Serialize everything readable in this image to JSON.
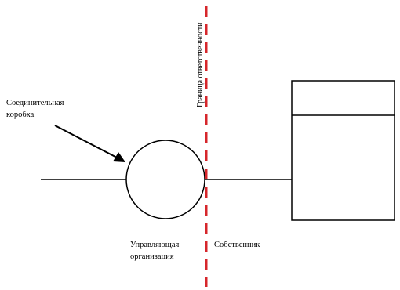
{
  "labels": {
    "junction_box": "Соединительная\nкоробка",
    "left_side": "Управляющая\nорганизация",
    "right_side": "Собственник",
    "boundary": "Граница ответственности"
  },
  "colors": {
    "boundary_line": "#d6262b",
    "stroke": "#000000"
  }
}
